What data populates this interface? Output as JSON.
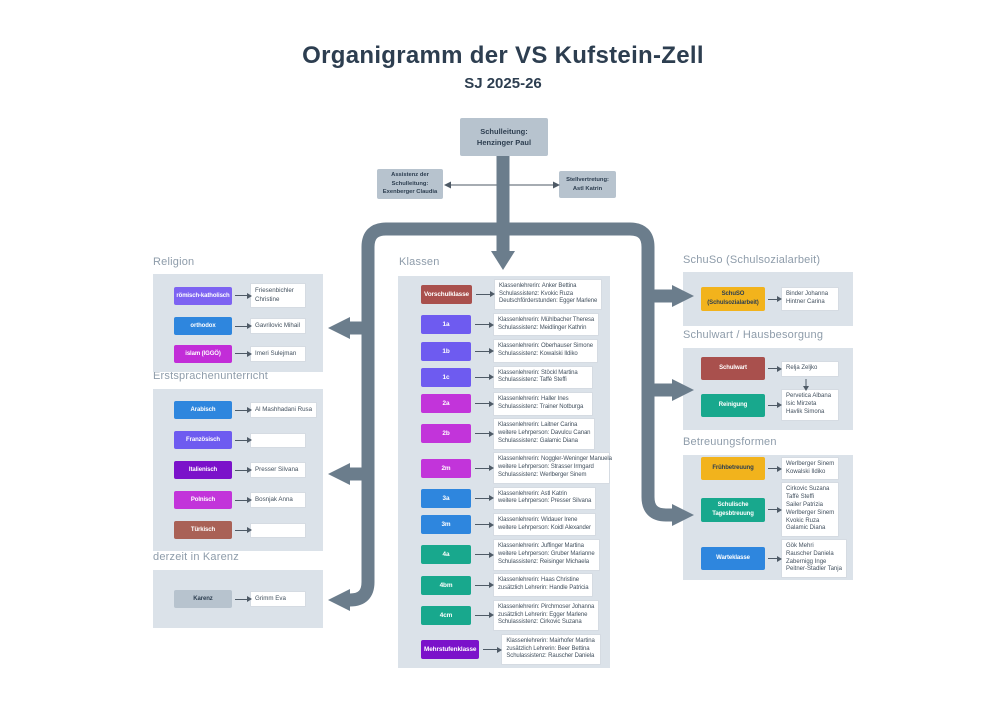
{
  "title": "Organigramm der VS Kufstein-Zell",
  "subtitle": "SJ 2025-26",
  "top": {
    "schulleitung": "Schulleitung:\nHenzinger Paul",
    "assistenz": "Assistenz der\nSchulleitung:\nExenberger Claudia",
    "stellvertretung": "Stellvertretung:\nAstl Katrin"
  },
  "colors": {
    "panel_bg": "#dbe2e9",
    "connector": "#6b7d8c",
    "violet": "#6e5bf0",
    "blue": "#2e86de",
    "magenta": "#c234da",
    "purple": "#7b12ca",
    "teal": "#18a88d",
    "brick": "#a9534f",
    "yellow": "#f2b31c",
    "gray": "#b7c3ce"
  },
  "sections": {
    "religion": {
      "header": "Religion",
      "rows": [
        {
          "label": "römisch-katholisch",
          "color": "#7d63f2",
          "names": "Friesenbichler\nChristine"
        },
        {
          "label": "orthodox",
          "color": "#2e86de",
          "names": "Gavrilovic Mihail"
        },
        {
          "label": "islam (IGGÖ)",
          "color": "#c22dd8",
          "names": "Imeri Sulejman"
        }
      ]
    },
    "erstsprachen": {
      "header": "Erstsprachenunterricht",
      "rows": [
        {
          "label": "Arabisch",
          "color": "#2e86de",
          "names": "Al Mashhadani Rusa"
        },
        {
          "label": "Französisch",
          "color": "#6e5bf0",
          "names": ""
        },
        {
          "label": "Italienisch",
          "color": "#7b12ca",
          "names": "Presser Silvana"
        },
        {
          "label": "Polnisch",
          "color": "#c234da",
          "names": "Bosnjak Anna"
        },
        {
          "label": "Türkisch",
          "color": "#a96156",
          "names": ""
        }
      ]
    },
    "karenz": {
      "header": "derzeit in Karenz",
      "rows": [
        {
          "label": "Karenz",
          "color": "#b7c3ce",
          "dark": true,
          "names": "Grimm Eva"
        }
      ]
    },
    "klassen": {
      "header": "Klassen",
      "rows": [
        {
          "label": "Vorschulklasse",
          "color": "#a9504d",
          "names": "Klassenlehrerin: Anker Bettina\nSchulassistenz: Kvokic Ruza\nDeutschförderstunden: Egger Marlene"
        },
        {
          "label": "1a",
          "color": "#6e5bf0",
          "names": "Klassenlehrerin: Mühlbacher Theresa\nSchulassistenz: Meidlinger Kathrin"
        },
        {
          "label": "1b",
          "color": "#6e5bf0",
          "names": "Klassenlehrerin: Oberhauser Simone\nSchulassistenz: Kowalski Ildiko"
        },
        {
          "label": "1c",
          "color": "#6e5bf0",
          "names": "Klassenlehrerin: Stöckl Martina\nSchulassistenz: Taffè Steffi"
        },
        {
          "label": "2a",
          "color": "#c234da",
          "names": "Klassenlehrerin: Haller Ines\nSchulassistenz: Trainer Notburga"
        },
        {
          "label": "2b",
          "color": "#c234da",
          "names": "Klassenlehrerin: Laitner Carina\nweitere Lehrperson: Davulcu Canan\nSchulassistenz: Galamic Diana"
        },
        {
          "label": "2m",
          "color": "#c234da",
          "names": "Klassenlehrerin: Noggler-Weninger Manuela\nweitere Lehrperson: Strasser Irmgard\nSchulassistenz: Werlberger Sinem"
        },
        {
          "label": "3a",
          "color": "#2e86de",
          "names": "Klassenlehrerin: Astl Katrin\nweitere Lehrperson: Presser Silvana"
        },
        {
          "label": "3m",
          "color": "#2e86de",
          "names": "Klassenlehrerin: Widauer Irene\nweitere Lehrperson: Koidl Alexander"
        },
        {
          "label": "4a",
          "color": "#18a88d",
          "names": "Klassenlehrerin: Juffinger Martina\nweitere Lehrperson: Gruber Marianne\nSchulassistenz: Reisinger Michaela"
        },
        {
          "label": "4bm",
          "color": "#18a88d",
          "names": "Klassenlehrerin: Haas Christine\nzusätzlich Lehrerin: Handle Patricia"
        },
        {
          "label": "4cm",
          "color": "#18a88d",
          "names": "Klassenlehrerin: Pirchmoser Johanna\nzusätzlich Lehrerin: Egger Marlene\nSchulassistenz: Cirkovic Suzana"
        },
        {
          "label": "Mehrstufenklasse",
          "color": "#7b12ca",
          "names": "Klassenlehrerin: Mairhofer Martina\nzusätzlich Lehrerin: Beer Bettina\nSchulassistenz: Rauscher Daniela"
        }
      ]
    },
    "schuso": {
      "header": "SchuSo (Schulsozialarbeit)",
      "rows": [
        {
          "label": "SchuSO\n(Schulsozialarbeit)",
          "color": "#f2b31c",
          "dark": true,
          "names": "Binder Johanna\nHintner Carina"
        }
      ]
    },
    "schulwart": {
      "header": "Schulwart / Hausbesorgung",
      "rows": [
        {
          "label": "Schulwart",
          "color": "#a9504d",
          "names": "Relja Zeljko"
        },
        {
          "label": "Reinigung",
          "color": "#18a88d",
          "names": "Pervetica Albana\nIsic Mirzeta\nHavlik Simona"
        }
      ]
    },
    "betreuung": {
      "header": "Betreuungsformen",
      "rows": [
        {
          "label": "Frühbetreuung",
          "color": "#f2b31c",
          "dark": true,
          "names": "Werlberger Sinem\nKowalski Ildiko"
        },
        {
          "label": "Schulische\nTagesbtreuung",
          "color": "#18a88d",
          "names": "Cirkovic Suzana\nTaffè Steffi\nSailer Patrizia\nWerlberger Sinem\nKvokic Ruza\nGalamic Diana"
        },
        {
          "label": "Warteklasse",
          "color": "#2e86de",
          "names": "Gök Mehri\nRauscher Daniela\nZabernigg Inge\nPeitner-Stadler Tanja"
        }
      ]
    }
  }
}
